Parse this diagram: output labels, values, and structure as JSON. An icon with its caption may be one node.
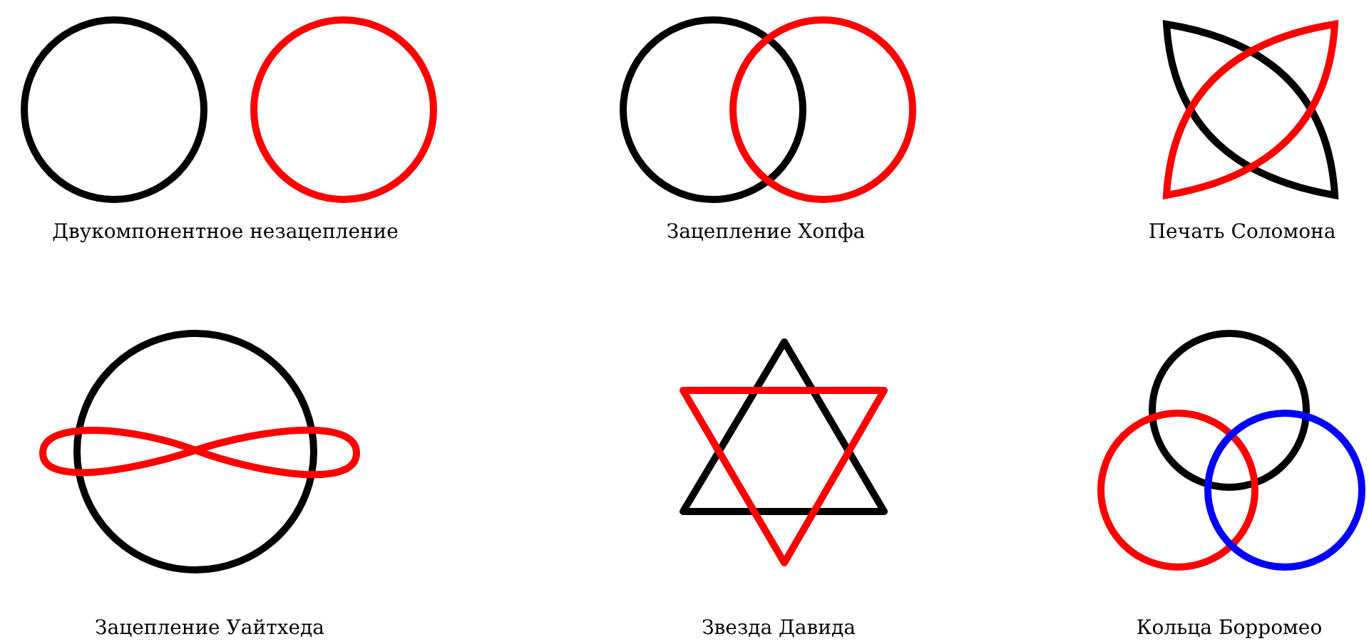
{
  "diagram": {
    "labels": [
      "Двукомпонентное незацепление",
      "Зацепление Хопфа",
      "Печать Соломона",
      "Зацепление Уайтхеда",
      "Звезда Давида",
      "Кольца Борромео"
    ]
  }
}
